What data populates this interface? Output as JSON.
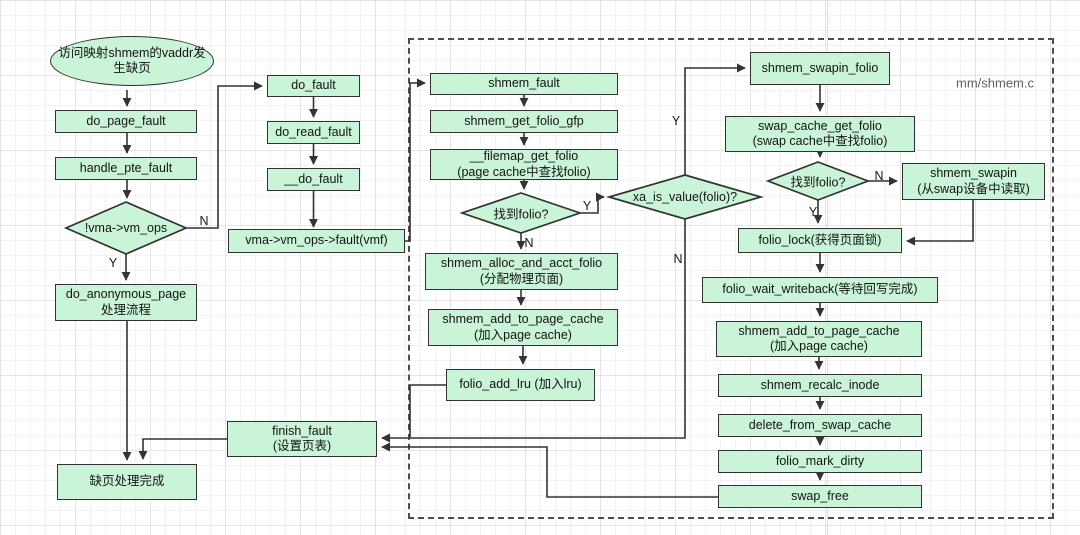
{
  "annotations": {
    "file": "mm/shmem.c"
  },
  "nodes": {
    "start": {
      "label": "访问映射shmem的vaddr发\n生缺页"
    },
    "do_page_fault": {
      "label": "do_page_fault"
    },
    "handle_pte_fault": {
      "label": "handle_pte_fault"
    },
    "vm_ops_check": {
      "label": "!vma->vm_ops"
    },
    "do_anonymous_page": {
      "label": "do_anonymous_page\n处理流程"
    },
    "fault_done": {
      "label": "缺页处理完成"
    },
    "do_fault": {
      "label": "do_fault"
    },
    "do_read_fault": {
      "label": "do_read_fault"
    },
    "do_fault2": {
      "label": "__do_fault"
    },
    "vma_fault": {
      "label": "vma->vm_ops->fault(vmf)"
    },
    "shmem_fault": {
      "label": "shmem_fault"
    },
    "shmem_get_folio_gfp": {
      "label": "shmem_get_folio_gfp"
    },
    "filemap_get_folio": {
      "label": "__filemap_get_folio\n(page cache中查找folio)"
    },
    "found_folio_1": {
      "label": "找到folio?"
    },
    "shmem_alloc_and_acct_folio": {
      "label": "shmem_alloc_and_acct_folio\n(分配物理页面)"
    },
    "shmem_add_to_page_cache_1": {
      "label": "shmem_add_to_page_cache\n(加入page cache)"
    },
    "folio_add_lru": {
      "label": "folio_add_lru (加入lru)"
    },
    "xa_is_value": {
      "label": "xa_is_value(folio)?"
    },
    "finish_fault": {
      "label": "finish_fault\n(设置页表)"
    },
    "shmem_swapin_folio": {
      "label": "shmem_swapin_folio"
    },
    "swap_cache_get_folio": {
      "label": "swap_cache_get_folio\n(swap cache中查找folio)"
    },
    "found_folio_2": {
      "label": "找到folio?"
    },
    "shmem_swapin": {
      "label": "shmem_swapin\n(从swap设备中读取)"
    },
    "folio_lock": {
      "label": "folio_lock(获得页面锁)"
    },
    "folio_wait_writeback": {
      "label": "folio_wait_writeback(等待回写完成)"
    },
    "shmem_add_to_page_cache_2": {
      "label": "shmem_add_to_page_cache\n(加入page cache)"
    },
    "shmem_recalc_inode": {
      "label": "shmem_recalc_inode"
    },
    "delete_from_swap_cache": {
      "label": "delete_from_swap_cache"
    },
    "folio_mark_dirty": {
      "label": "folio_mark_dirty"
    },
    "swap_free": {
      "label": "swap_free"
    }
  },
  "edge_labels": {
    "vm_ops_yes": "Y",
    "vm_ops_no": "N",
    "found1_no": "N",
    "found1_yes": "Y",
    "xa_yes": "Y",
    "xa_no": "N",
    "found2_no": "N",
    "found2_yes": "Y"
  },
  "colors": {
    "node_fill": "#c9f4d8",
    "node_border": "#323232",
    "edge": "#333333",
    "container_border": "#4d4d4d"
  }
}
